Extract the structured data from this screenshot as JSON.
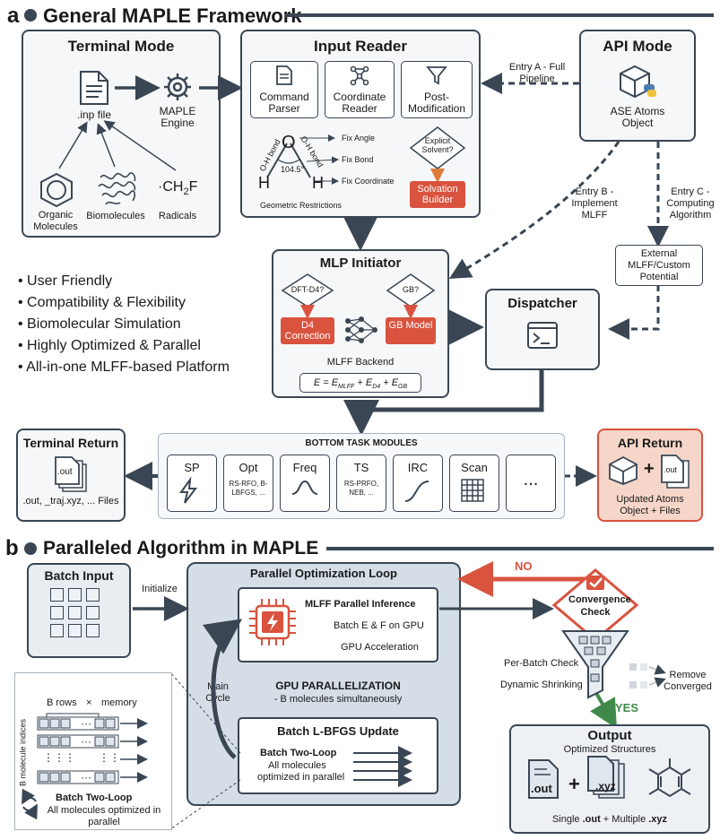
{
  "panel_a": {
    "letter": "a",
    "heading": "General MAPLE Framework",
    "terminal_mode": {
      "title": "Terminal Mode",
      "inp_label": ".inp file",
      "engine_label": "MAPLE Engine",
      "organic": "Organic Molecules",
      "biomolecules": "Biomolecules",
      "radicals_label": "Radicals",
      "radical_formula": "·CH",
      "radical_sub": "2",
      "radical_end": "F"
    },
    "input_reader": {
      "title": "Input Reader",
      "command_parser": "Command Parser",
      "coordinate_reader": "Coordinate Reader",
      "post_modification": "Post-Modification",
      "fix_angle": "Fix Angle",
      "fix_bond": "Fix Bond",
      "fix_coordinate": "Fix Coordinate",
      "angle_value": "104.5°",
      "oh_bond": "O-H bond",
      "atom_o": "O",
      "atom_h": "H",
      "geometric_restrictions": "Geometric Restrictions",
      "explicit_solvent": "Explicit Solvent?",
      "solvation_builder": "Solvation Builder"
    },
    "api_mode": {
      "title": "API Mode",
      "object_label": "ASE Atoms Object"
    },
    "entry_a": "Entry A - Full Pipeline",
    "entry_b": "Entry B - Implement MLFF",
    "entry_c": "Entry C - Computing Algorithm",
    "external_mlff": "External MLFF/Custom Potential",
    "features": [
      "User Friendly",
      "Compatibility & Flexibility",
      "Biomolecular Simulation",
      "Highly Optimized & Parallel",
      "All-in-one MLFF-based Platform"
    ],
    "mlp_initiator": {
      "title": "MLP Initiator",
      "dft_d4": "DFT-D4?",
      "gb": "GB?",
      "d4_correction": "D4 Correction",
      "gb_model": "GB Model",
      "backend": "MLFF Backend",
      "equation": "E = E",
      "eq_sub1": "MLFF",
      "eq_plus1": " + E",
      "eq_sub2": "D4",
      "eq_plus2": " + E",
      "eq_sub3": "GB"
    },
    "dispatcher": {
      "title": "Dispatcher"
    },
    "terminal_return": {
      "title": "Terminal Return",
      "file_label": ".out",
      "files": ".out, _traj.xyz, ... Files"
    },
    "bottom_modules": {
      "title": "BOTTOM TASK MODULES",
      "tasks": [
        {
          "name": "SP",
          "sub": ""
        },
        {
          "name": "Opt",
          "sub": "RS-RFO, B-LBFGS, ..."
        },
        {
          "name": "Freq",
          "sub": ""
        },
        {
          "name": "TS",
          "sub": "RS-PRFO, NEB, ..."
        },
        {
          "name": "IRC",
          "sub": ""
        },
        {
          "name": "Scan",
          "sub": ""
        },
        {
          "name": "...",
          "sub": ""
        }
      ]
    },
    "api_return": {
      "title": "API Return",
      "plus": "+",
      "file_label": ".out",
      "desc": "Updated Atoms Object + Files"
    }
  },
  "panel_b": {
    "letter": "b",
    "heading": "Paralleled Algorithm in MAPLE",
    "batch_input": "Batch Input",
    "initialize": "Initialize",
    "loop_title": "Parallel Optimization Loop",
    "no_label": "NO",
    "yes_label": "YES",
    "convergence": "Convergence Check",
    "inference": {
      "title": "MLFF Parallel Inference",
      "line1": "Batch E & F on GPU",
      "line2": "GPU Acceleration"
    },
    "gpu_title": "GPU PARALLELIZATION",
    "gpu_sub": "- B molecules simultaneously",
    "main_cycle": "Main Cycle",
    "lbfgs": {
      "title": "Batch L-BFGS Update",
      "line1": "Batch Two-Loop",
      "line2": "All molecules",
      "line3": "optimized in parallel"
    },
    "memory": {
      "b_rows": "B rows",
      "times": "×",
      "memory": "memory",
      "axis": "B molecule indices",
      "ellipsis": "···",
      "vdots": "⋮",
      "two_loop": "Batch Two-Loop",
      "desc": "All molecules optimized in parallel"
    },
    "per_batch": "Per-Batch Check",
    "dynamic": "Dynamic Shrinking",
    "remove": "Remove Converged",
    "output": {
      "title": "Output",
      "subtitle": "Optimized Structures",
      "out_ext": ".out",
      "xyz_ext": ".xyz",
      "plus": "+",
      "footer_a": "Single ",
      "footer_b": ".out",
      "footer_c": " + Multiple ",
      "footer_d": ".xyz"
    }
  },
  "colors": {
    "navy": "#3a4653",
    "red": "#d9533f",
    "green": "#3f8a4a",
    "api_return_bg": "#f6d6c8",
    "loop_bg": "#d5dde6"
  }
}
